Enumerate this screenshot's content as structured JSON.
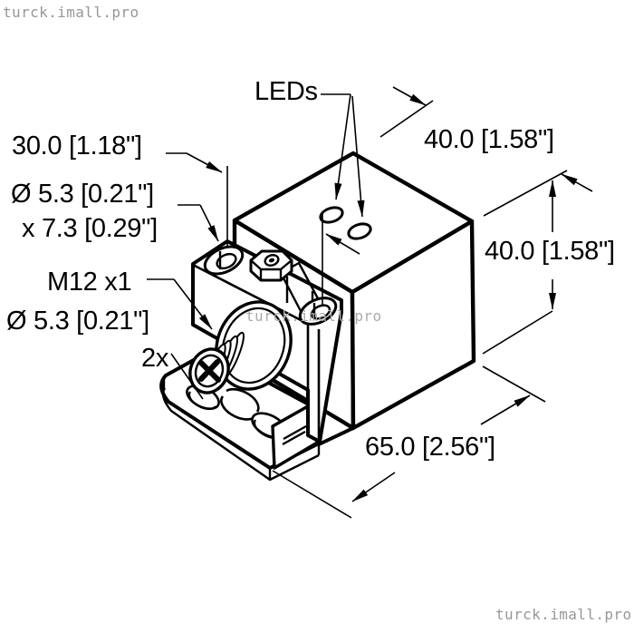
{
  "watermark": {
    "text": "turck.imall.pro"
  },
  "drawing": {
    "subject": "isometric dimensional drawing of cube inductive sensor with quick-mount bracket and M12 connector",
    "colors": {
      "line": "#000000",
      "background": "#ffffff",
      "watermark": "#979797"
    },
    "labels": {
      "leds": "LEDs",
      "dim_hole_spacing": "30.0 [1.18\"]",
      "dim_counterbore": "Ø 5.3 [0.21\"]",
      "dim_counterbore_depth": "x 7.3 [0.29\"]",
      "connector_thread": "M12 x1",
      "dim_flange_holes": "Ø 5.3 [0.21\"]",
      "flange_holes_count": "2x",
      "dim_width": "40.0 [1.58\"]",
      "dim_height": "40.0 [1.58\"]",
      "dim_length": "65.0 [2.56\"]"
    }
  }
}
